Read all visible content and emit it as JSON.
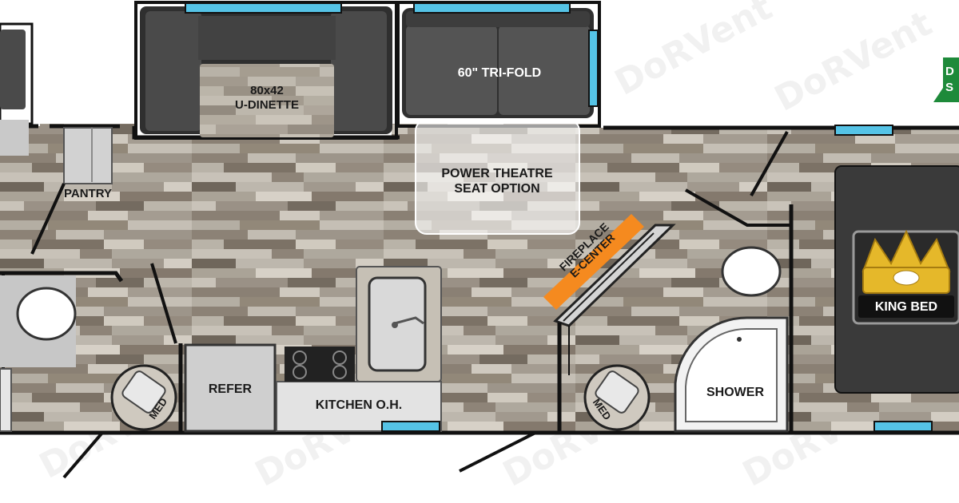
{
  "labels": {
    "dinette": "80x42\nU-DINETTE",
    "trifold": "60\" TRI-FOLD",
    "pantry": "PANTRY",
    "theatre": "POWER THEATRE\nSEAT OPTION",
    "fireplace": "FIREPLACE\nE-CENTER",
    "king_bed": "KING BED",
    "refer": "REFER",
    "kitchen_oh": "KITCHEN O.H.",
    "shower": "SHOWER",
    "med_left": "MED",
    "med_right": "MED",
    "corner_tag_line1": "D",
    "corner_tag_line2": "S"
  },
  "watermark": "DoRVent",
  "colors": {
    "floor_base": "#a9a39a",
    "wall": "#111111",
    "window": "#55c3e6",
    "sofa": "#4a4a4a",
    "sofa_dark": "#333333",
    "fireplace_tag": "#f58a1f",
    "bed": "#3a3a3a",
    "crown": "#e5b82a",
    "corner_tag": "#1e8a3a"
  }
}
